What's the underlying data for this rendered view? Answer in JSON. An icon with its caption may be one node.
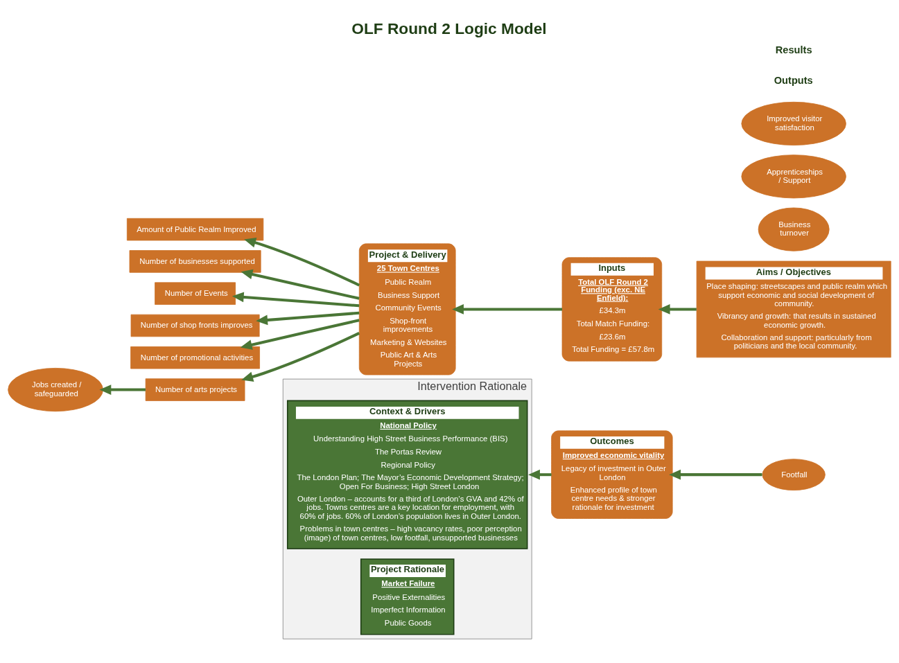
{
  "diagram": {
    "title": "OLF Round 2 Logic Model",
    "nodes": [
      {
        "text": [
          "Intervention Rationale"
        ]
      },
      {
        "text": [
          "Context & Drivers",
          "National Policy",
          "Understanding High Street Business Performance (BIS)",
          "The Portas Review",
          "Regional Policy",
          "The London Plan; The Mayor’s Economic Development Strategy; Open For Business; High Street London",
          "Outer London – accounts for a third of London’s GVA and 42% of jobs. Towns centres are a key location for employment, with 60% of jobs. 60% of London’s population lives in Outer London.",
          "Problems in town centres – high vacancy rates, poor perception (image) of town centres, low footfall, unsupported businesses"
        ],
        "in": 0
      },
      {
        "text": [
          "Project Rationale",
          "Market Failure",
          "Positive Externalities",
          "Imperfect Information",
          "Public Goods"
        ],
        "in": 0
      },
      {
        "text": [
          "Aims / Objectives",
          "Place shaping: streetscapes and public realm which support economic and social development of community.",
          "Vibrancy and growth: that results in sustained economic growth.",
          "Collaboration and support: particularly from politicians and the local community."
        ]
      },
      {
        "text": [
          "Inputs",
          "Total OLF Round 2 Funding (exc. NE Enfield):",
          "£34.3m",
          "Total Match Funding:",
          "£23.6m",
          "Total Funding = £57.8m"
        ]
      },
      {
        "text": [
          "Project & Delivery",
          "25 Town Centres",
          "Public Realm",
          "Business Support",
          "Community Events",
          "Shop-front improvements",
          "Marketing & Websites",
          "Public Art & Arts Projects"
        ]
      },
      {
        "text": [
          "Amount of Public Realm Improved"
        ]
      },
      {
        "text": [
          "Number of businesses supported"
        ]
      },
      {
        "text": [
          "Number of Events"
        ]
      },
      {
        "text": [
          "Number of shop fronts improves"
        ]
      },
      {
        "text": [
          "Number of promotional activities"
        ]
      },
      {
        "text": [
          "Number of arts projects"
        ]
      },
      {
        "text": [
          "Outcomes",
          "Improved economic vitality",
          "Legacy of investment in Outer London",
          "Enhanced profile of town centre needs & stronger rationale for investment"
        ]
      },
      {
        "text": [
          "Footfall"
        ]
      },
      {
        "text": [
          "Business turnover"
        ]
      },
      {
        "text": [
          "Jobs created / safeguarded"
        ]
      },
      {
        "text": [
          "Apprenticeships / Support"
        ]
      },
      {
        "text": [
          "Improved visitor satisfaction"
        ]
      }
    ],
    "edges": [
      {
        "from": 3,
        "to": 4,
        "arrow": "to"
      },
      {
        "from": 4,
        "to": 5,
        "arrow": "to"
      },
      {
        "from": 5,
        "to": 6,
        "arrow": "to"
      },
      {
        "from": 5,
        "to": 7,
        "arrow": "to"
      },
      {
        "from": 5,
        "to": 8,
        "arrow": "to"
      },
      {
        "from": 5,
        "to": 9,
        "arrow": "to"
      },
      {
        "from": 5,
        "to": 10,
        "arrow": "to"
      },
      {
        "from": 5,
        "to": 11,
        "arrow": "to"
      },
      {
        "from": 11,
        "to": 15,
        "arrow": "to"
      },
      {
        "from": 13,
        "to": 12,
        "arrow": "to"
      },
      {
        "from": 12,
        "to": 0,
        "arrow": "to"
      }
    ],
    "labels": [
      "Outputs",
      "Results"
    ]
  }
}
